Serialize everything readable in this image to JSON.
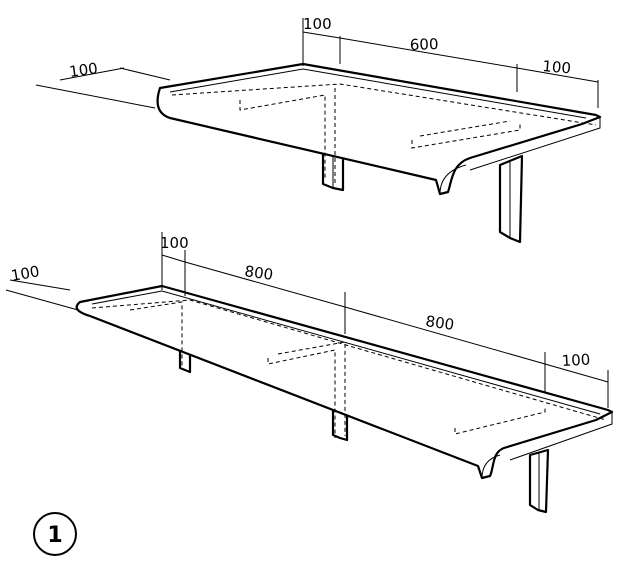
{
  "figure_number": "1",
  "top_shelf": {
    "dimensions": [
      "100",
      "100",
      "600",
      "100"
    ]
  },
  "bottom_shelf": {
    "dimensions": [
      "100",
      "100",
      "800",
      "800",
      "100"
    ]
  }
}
